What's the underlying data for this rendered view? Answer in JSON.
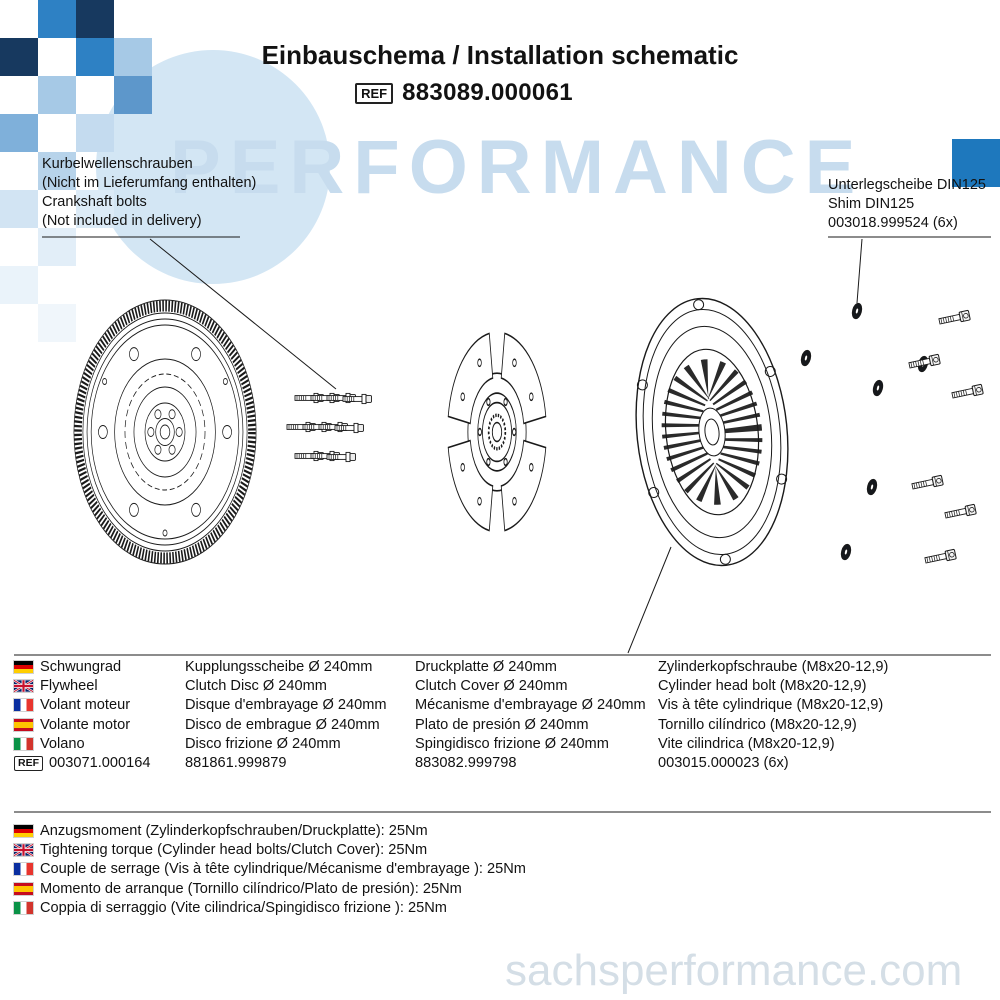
{
  "page": {
    "title": "Einbauschema / Installation schematic",
    "ref_badge": "REF",
    "ref_number": "883089.000061"
  },
  "watermark": {
    "brand_text": "PERFORMANCE",
    "website": "sachsperformance.com"
  },
  "annotations": {
    "crankshaft_bolts": {
      "line1": "Kurbelwellenschrauben",
      "line2": "(Nicht im Lieferumfang enthalten)",
      "line3": "Crankshaft bolts",
      "line4": "(Not included in delivery)"
    },
    "shim": {
      "line1": "Unterlegscheibe DIN125",
      "line2": "Shim DIN125",
      "line3": "003018.999524 (6x)"
    }
  },
  "parts_table": {
    "flywheel": {
      "labels": [
        "Schwungrad",
        "Flywheel",
        "Volant moteur",
        "Volante motor",
        "Volano"
      ],
      "ref_badge": "REF",
      "part_number": "003071.000164"
    },
    "clutch_disc": {
      "labels": [
        "Kupplungsscheibe Ø 240mm",
        "Clutch Disc Ø 240mm",
        "Disque d'embrayage Ø 240mm",
        "Disco de embrague Ø 240mm",
        "Disco frizione Ø 240mm"
      ],
      "part_number": "881861.999879"
    },
    "clutch_cover": {
      "labels": [
        "Druckplatte Ø 240mm",
        "Clutch Cover Ø 240mm",
        "Mécanisme d'embrayage Ø 240mm",
        "Plato de presión Ø 240mm",
        "Spingidisco frizione Ø 240mm"
      ],
      "part_number": "883082.999798"
    },
    "cylinder_head_bolt": {
      "labels": [
        "Zylinderkopfschraube (M8x20-12,9)",
        "Cylinder head bolt (M8x20-12,9)",
        "Vis à tête cylindrique (M8x20-12,9)",
        "Tornillo cilíndrico (M8x20-12,9)",
        "Vite cilindrica (M8x20-12,9)"
      ],
      "part_number": "003015.000023 (6x)"
    }
  },
  "torque_notes": {
    "de": "Anzugsmoment (Zylinderkopfschrauben/Druckplatte):  25Nm",
    "en": "Tightening torque  (Cylinder head bolts/Clutch Cover): 25Nm",
    "fr": "Couple de serrage (Vis à tête cylindrique/Mécanisme d'embrayage ): 25Nm",
    "es": "Momento de arranque  (Tornillo cilíndrico/Plato de presión): 25Nm",
    "it": "Coppia di serraggio (Vite cilindrica/Spingidisco frizione ): 25Nm"
  },
  "colors": {
    "accent_blue": "#2e81c4",
    "dark_navy": "#17395f",
    "watermark_text": "#c7dcee",
    "circle_blue": "#d3e6f4"
  }
}
